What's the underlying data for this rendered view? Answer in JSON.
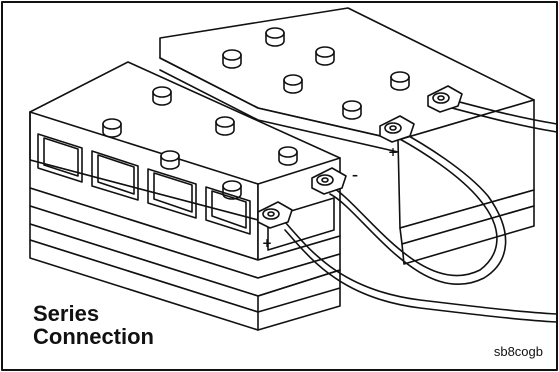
{
  "caption": {
    "line1": "Series",
    "line2": "Connection"
  },
  "figure_code": "sb8cogb",
  "terminal_signs": {
    "back_plus": "+",
    "front_minus": "–",
    "front_plus": "+"
  }
}
